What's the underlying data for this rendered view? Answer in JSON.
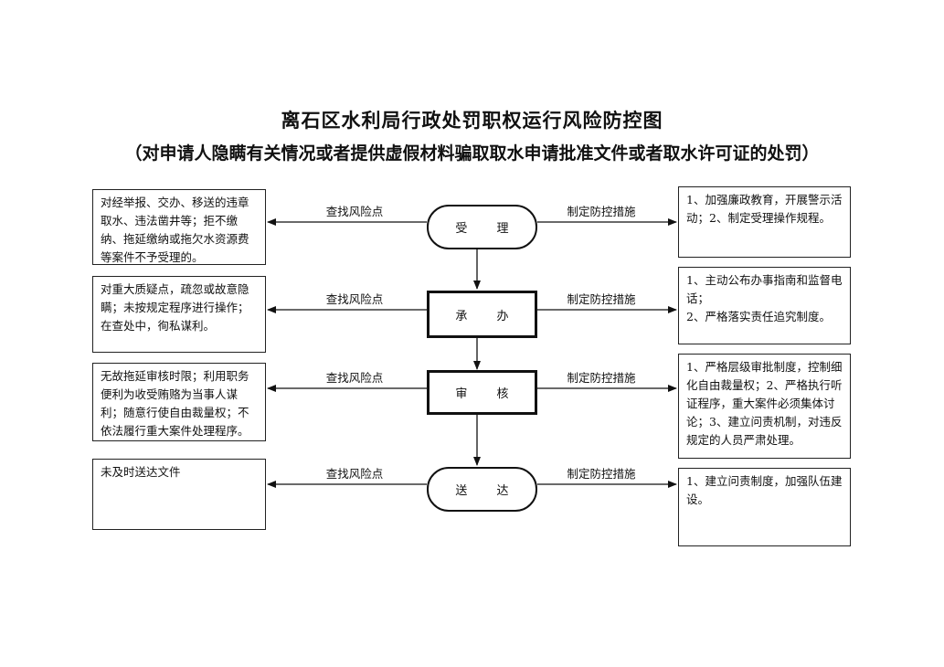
{
  "title": "离石区水利局行政处罚职权运行风险防控图",
  "subtitle": "（对申请人隐瞒有关情况或者提供虚假材料骗取取水申请批准文件或者取水许可证的处罚）",
  "edge_labels": {
    "left": "查找风险点",
    "right": "制定防控措施"
  },
  "steps": [
    {
      "label": "受 理",
      "risk": "对经举报、交办、移送的违章取水、违法凿井等；拒不缴纳、拖延缴纳或拖欠水资源费等案件不予受理的。",
      "measure": "1、加强廉政教育，开展警示活动；2、制定受理操作规程。"
    },
    {
      "label": "承 办",
      "risk": "对重大质疑点，疏忽或故意隐瞒；未按规定程序进行操作；在查处中，徇私谋利。",
      "measure": "1、主动公布办事指南和监督电话；\n2、严格落实责任追究制度。"
    },
    {
      "label": "审 核",
      "risk": "无故拖延审核时限；利用职务便利为收受贿赂为当事人谋利；随意行使自由裁量权；不依法履行重大案件处理程序。",
      "measure": "1、严格层级审批制度，控制细化自由裁量权；2、严格执行听证程序，重大案件必须集体讨论；3、建立问责机制，对违反规定的人员严肃处理。"
    },
    {
      "label": "送 达",
      "risk": "未及时送达文件",
      "measure": "1、建立问责制度，加强队伍建设。"
    }
  ]
}
